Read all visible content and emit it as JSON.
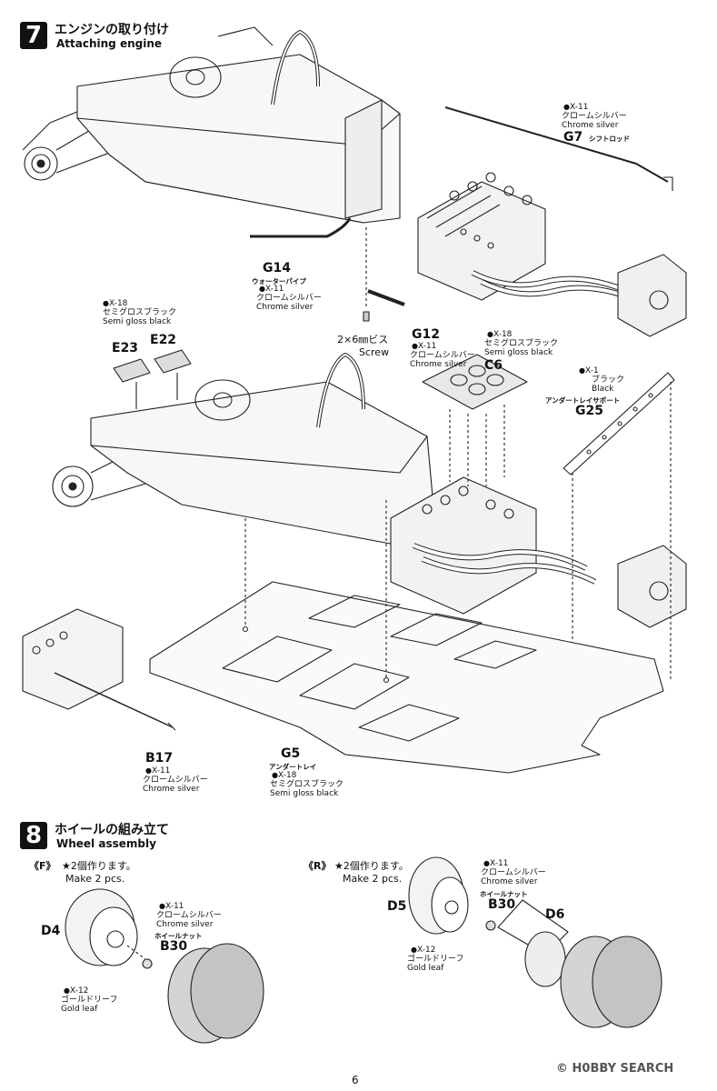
{
  "step7": {
    "number": "7",
    "title_jp": "エンジンの取り付け",
    "title_en": "Attaching engine"
  },
  "step8": {
    "number": "8",
    "title_jp": "ホイールの組み立て",
    "title_en": "Wheel assembly"
  },
  "parts": {
    "g7": {
      "code": "X-11",
      "color_jp": "クロームシルバー",
      "color_en": "Chrome silver",
      "part": "G7",
      "name_jp": "シフトロッド"
    },
    "g14": {
      "part": "G14",
      "name_jp": "ウォーターパイプ",
      "code": "X-11",
      "color_jp": "クロームシルバー",
      "color_en": "Chrome silver"
    },
    "screw": {
      "size": "2×6㎜ビス",
      "label": "Screw"
    },
    "g12": {
      "part": "G12",
      "code": "X-11",
      "color_jp": "クロームシルバー",
      "color_en": "Chrome silver"
    },
    "c6": {
      "code": "X-18",
      "color_jp": "セミグロスブラック",
      "color_en": "Semi gloss black",
      "part": "C6"
    },
    "e2223": {
      "code": "X-18",
      "color_jp": "セミグロスブラック",
      "color_en": "Semi gloss black",
      "part_a": "E23",
      "part_b": "E22"
    },
    "g25": {
      "code": "X-1",
      "color_jp": "ブラック",
      "color_en": "Black",
      "name_jp": "アンダートレイサポート",
      "part": "G25"
    },
    "b17": {
      "part": "B17",
      "code": "X-11",
      "color_jp": "クロームシルバー",
      "color_en": "Chrome silver"
    },
    "g5": {
      "part": "G5",
      "name_jp": "アンダートレイ",
      "code": "X-18",
      "color_jp": "セミグロスブラック",
      "color_en": "Semi gloss black"
    }
  },
  "wheels": {
    "front": {
      "tag": "《F》",
      "make_jp": "★2個作ります。",
      "make_en": "Make 2 pcs.",
      "d4": "D4",
      "b30": {
        "code": "X-11",
        "color_jp": "クロームシルバー",
        "color_en": "Chrome silver",
        "name_jp": "ホイールナット",
        "part": "B30"
      },
      "leaf": {
        "code": "X-12",
        "color_jp": "ゴールドリーフ",
        "color_en": "Gold leaf"
      }
    },
    "rear": {
      "tag": "《R》",
      "make_jp": "★2個作ります。",
      "make_en": "Make 2 pcs.",
      "d5": "D5",
      "d6": "D6",
      "b30": {
        "code": "X-11",
        "color_jp": "クロームシルバー",
        "color_en": "Chrome silver",
        "name_jp": "ホイールナット",
        "part": "B30"
      },
      "leaf": {
        "code": "X-12",
        "color_jp": "ゴールドリーフ",
        "color_en": "Gold leaf"
      }
    }
  },
  "footer": {
    "page": "6",
    "watermark": "H0BBY SEARCH",
    "copyright": "©"
  }
}
